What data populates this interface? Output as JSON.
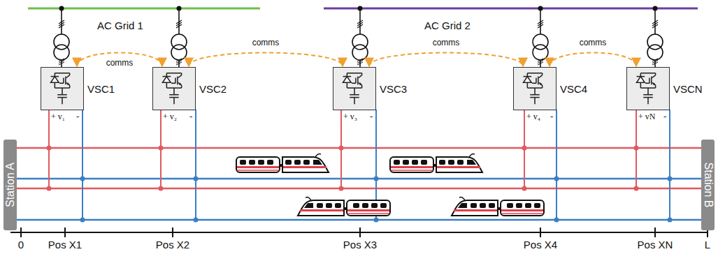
{
  "diagram": {
    "nodes": [
      {
        "text": [
          "VSC1"
        ]
      },
      {
        "text": [
          "VSC2"
        ]
      },
      {
        "text": [
          "VSC3"
        ]
      },
      {
        "text": [
          "VSC4"
        ]
      },
      {
        "text": [
          "VSCN"
        ]
      },
      {
        "text": [
          "Station A"
        ]
      },
      {
        "text": [
          "Station B"
        ]
      }
    ],
    "edges": [
      {
        "from": 0,
        "to": 1,
        "label": "comms",
        "arrow": "both"
      },
      {
        "from": 1,
        "to": 2,
        "label": "comms",
        "arrow": "both"
      },
      {
        "from": 2,
        "to": 3,
        "label": "comms",
        "arrow": "both"
      },
      {
        "from": 3,
        "to": 4,
        "label": "comms",
        "arrow": "both"
      }
    ],
    "labels": [
      "AC Grid 1",
      "AC Grid 2",
      "+ v₁",
      "-",
      "+ v₂",
      "-",
      "+ v₃",
      "-",
      "+ v₄",
      "-",
      "+ vN",
      "-",
      "0",
      "Pos X1",
      "Pos X2",
      "Pos X3",
      "Pos X4",
      "Pos XN",
      "L"
    ]
  }
}
